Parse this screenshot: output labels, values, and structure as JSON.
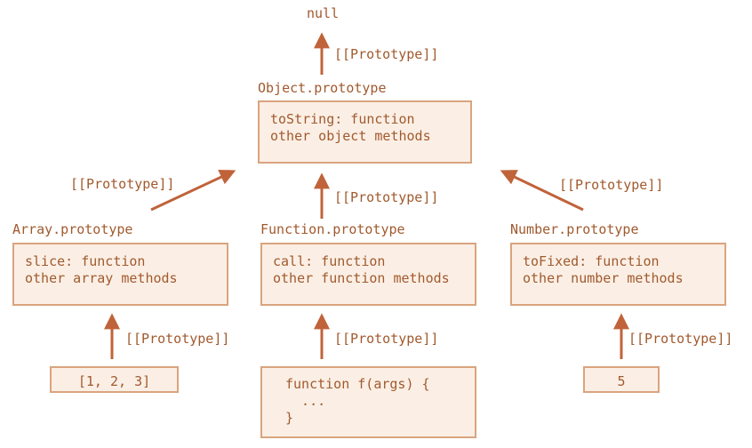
{
  "colors": {
    "text": "#a15a2e",
    "arrow": "#c0633a",
    "box_fill": "#fbefe5",
    "box_border": "#d9a47e"
  },
  "null_label": "null",
  "proto_link_label": "[[Prototype]]",
  "object_proto": {
    "title": "Object.prototype",
    "lines": [
      "toString: function",
      "other object methods"
    ]
  },
  "array_proto": {
    "title": "Array.prototype",
    "lines": [
      "slice: function",
      "other array methods"
    ]
  },
  "function_proto": {
    "title": "Function.prototype",
    "lines": [
      "call: function",
      "other function methods"
    ]
  },
  "number_proto": {
    "title": "Number.prototype",
    "lines": [
      "toFixed: function",
      "other number methods"
    ]
  },
  "array_instance": "[1, 2, 3]",
  "function_instance": [
    "function f(args) {",
    "  ...",
    "}"
  ],
  "number_instance": "5"
}
